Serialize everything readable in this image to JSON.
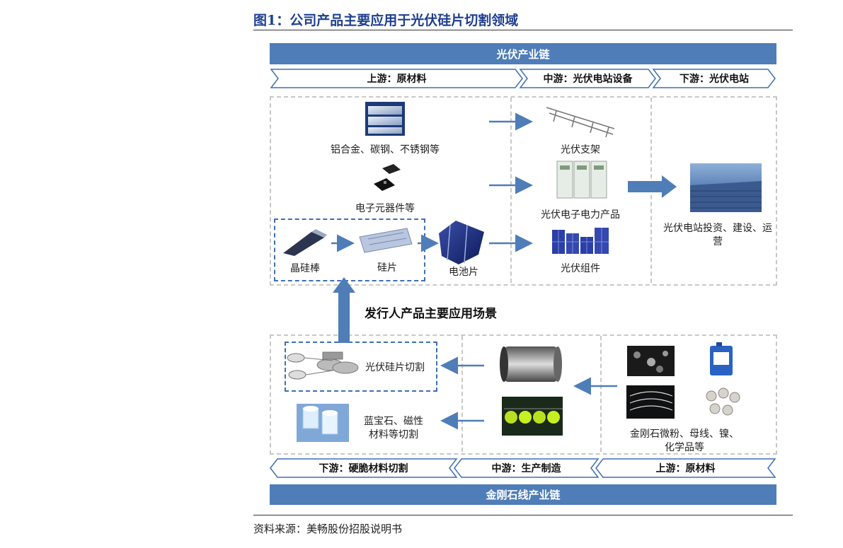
{
  "figure": {
    "title": "图1：公司产品主要应用于光伏硅片切割领域",
    "source": "资料来源：美畅股份招股说明书"
  },
  "pv_chain": {
    "banner": "光伏产业链",
    "stages": [
      "上游：原材料",
      "中游：光伏电站设备",
      "下游：光伏电站"
    ],
    "upstream": {
      "aluminum": "铝合金、碳钢、不锈钢等",
      "electronics": "电子元器件等",
      "ingot": "晶硅棒",
      "wafer": "硅片",
      "cell": "电池片"
    },
    "midstream": {
      "bracket": "光伏支架",
      "power_products": "光伏电子电力产品",
      "module": "光伏组件"
    },
    "downstream": {
      "station": "光伏电站投资、建设、运营"
    }
  },
  "scenario_label": "发行人产品主要应用场景",
  "diamond_chain": {
    "banner": "金刚石线产业链",
    "stages": [
      "下游：硬脆材料切割",
      "中游：生产制造",
      "上游：原材料"
    ],
    "downstream": {
      "pv_cutting": "光伏硅片切割",
      "sapphire_line1": "蓝宝石、磁性",
      "sapphire_line2": "材料等切割"
    },
    "upstream": {
      "materials_line1": "金刚石微粉、母线、镍、",
      "materials_line2": "化学品等"
    }
  },
  "colors": {
    "accent": "#4f7db8",
    "title": "#1f3f8f",
    "arrow": "#4f7db8",
    "dash": "#c8c8c8"
  }
}
